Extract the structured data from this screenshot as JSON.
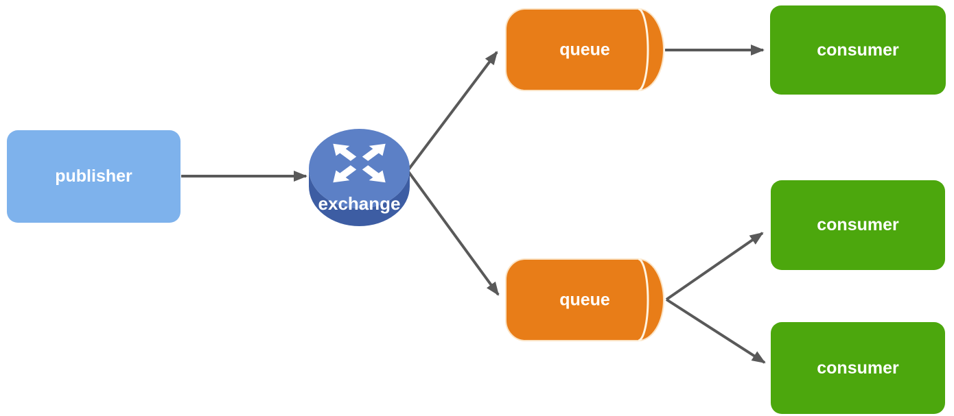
{
  "diagram": {
    "type": "message-flow-diagram",
    "background": "#FFFFFF",
    "connector": {
      "color": "#595959",
      "style": "solid-arrow"
    },
    "nodes": {
      "publisher": {
        "label": "publisher",
        "shape": "rounded-rect",
        "color": "#7EB2EC",
        "text_color": "#FFFFFF"
      },
      "exchange": {
        "label": "exchange",
        "shape": "router-cylinder",
        "icon": "crossed-arrows-icon",
        "color_top": "#5C80C6",
        "color_side": "#3D5DA3",
        "text_color": "#FFFFFF"
      },
      "queue_top": {
        "label": "queue",
        "shape": "horizontal-cylinder",
        "color": "#E87D18",
        "rim_color": "#FFF3DF",
        "text_color": "#FFFFFF"
      },
      "queue_bottom": {
        "label": "queue",
        "shape": "horizontal-cylinder",
        "color": "#E87D18",
        "rim_color": "#FFF3DF",
        "text_color": "#FFFFFF"
      },
      "consumer_top": {
        "label": "consumer",
        "shape": "rounded-rect",
        "color": "#4CA70D",
        "text_color": "#FFFFFF"
      },
      "consumer_middle": {
        "label": "consumer",
        "shape": "rounded-rect",
        "color": "#4CA70D",
        "text_color": "#FFFFFF"
      },
      "consumer_bottom": {
        "label": "consumer",
        "shape": "rounded-rect",
        "color": "#4CA70D",
        "text_color": "#FFFFFF"
      }
    },
    "edges": [
      {
        "from": "publisher",
        "to": "exchange"
      },
      {
        "from": "exchange",
        "to": "queue_top"
      },
      {
        "from": "exchange",
        "to": "queue_bottom"
      },
      {
        "from": "queue_top",
        "to": "consumer_top"
      },
      {
        "from": "queue_bottom",
        "to": "consumer_middle"
      },
      {
        "from": "queue_bottom",
        "to": "consumer_bottom"
      }
    ]
  }
}
